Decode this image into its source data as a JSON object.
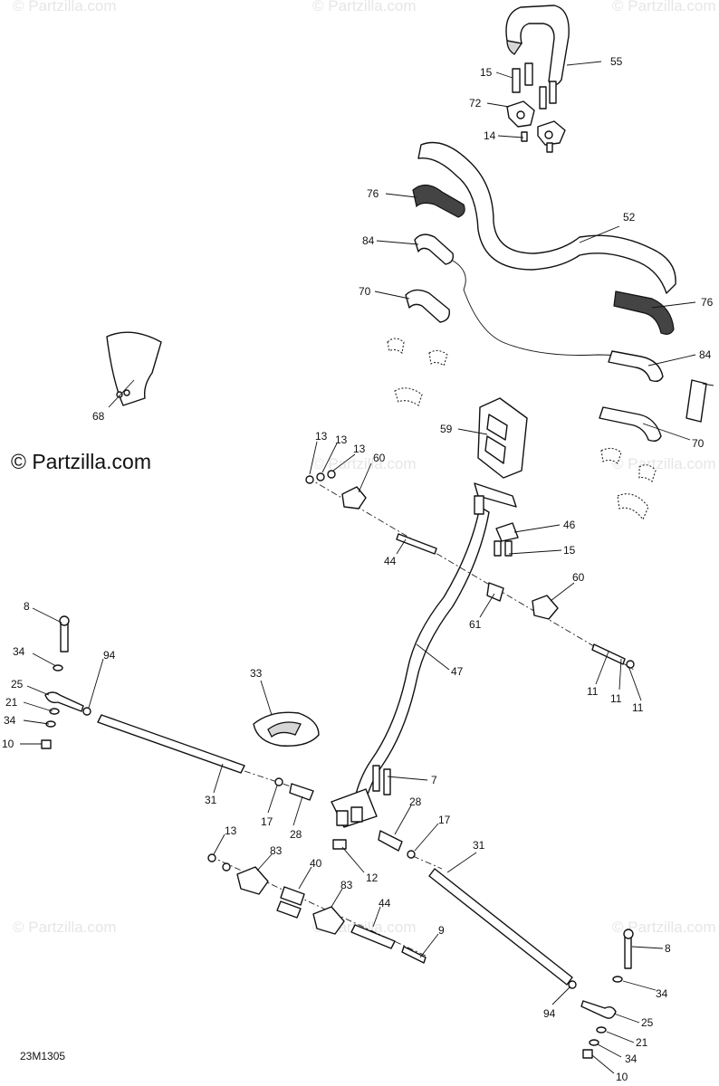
{
  "copyright_notice": "© Partzilla.com",
  "watermark_text": "© Partzilla.com",
  "diagram_code": "23M1305",
  "callouts": {
    "c55": "55",
    "c15a": "15",
    "c72": "72",
    "c14": "14",
    "c76a": "76",
    "c52": "52",
    "c84a": "84",
    "c70a": "70",
    "c76b": "76",
    "c84b": "84",
    "c68": "68",
    "c59": "59",
    "c70b": "70",
    "c13a": "13",
    "c13b": "13",
    "c13c": "13",
    "c60a": "60",
    "c46": "46",
    "c15b": "15",
    "c44a": "44",
    "c60b": "60",
    "c61": "61",
    "c47": "47",
    "c11a": "11",
    "c11b": "11",
    "c11c": "11",
    "c8a": "8",
    "c34a": "34",
    "c94a": "94",
    "c25a": "25",
    "c21a": "21",
    "c34b": "34",
    "c10a": "10",
    "c33": "33",
    "c31a": "31",
    "c17a": "17",
    "c28a": "28",
    "c7": "7",
    "c28b": "28",
    "c17b": "17",
    "c31b": "31",
    "c13d": "13",
    "c83a": "83",
    "c40": "40",
    "c12": "12",
    "c83b": "83",
    "c44b": "44",
    "c9": "9",
    "c8b": "8",
    "c34c": "34",
    "c94b": "94",
    "c25b": "25",
    "c21b": "21",
    "c34d": "34",
    "c10b": "10"
  },
  "colors": {
    "line": "#111111",
    "fill": "#ffffff",
    "grip": "#444444",
    "watermark": "#e6e6e6"
  }
}
